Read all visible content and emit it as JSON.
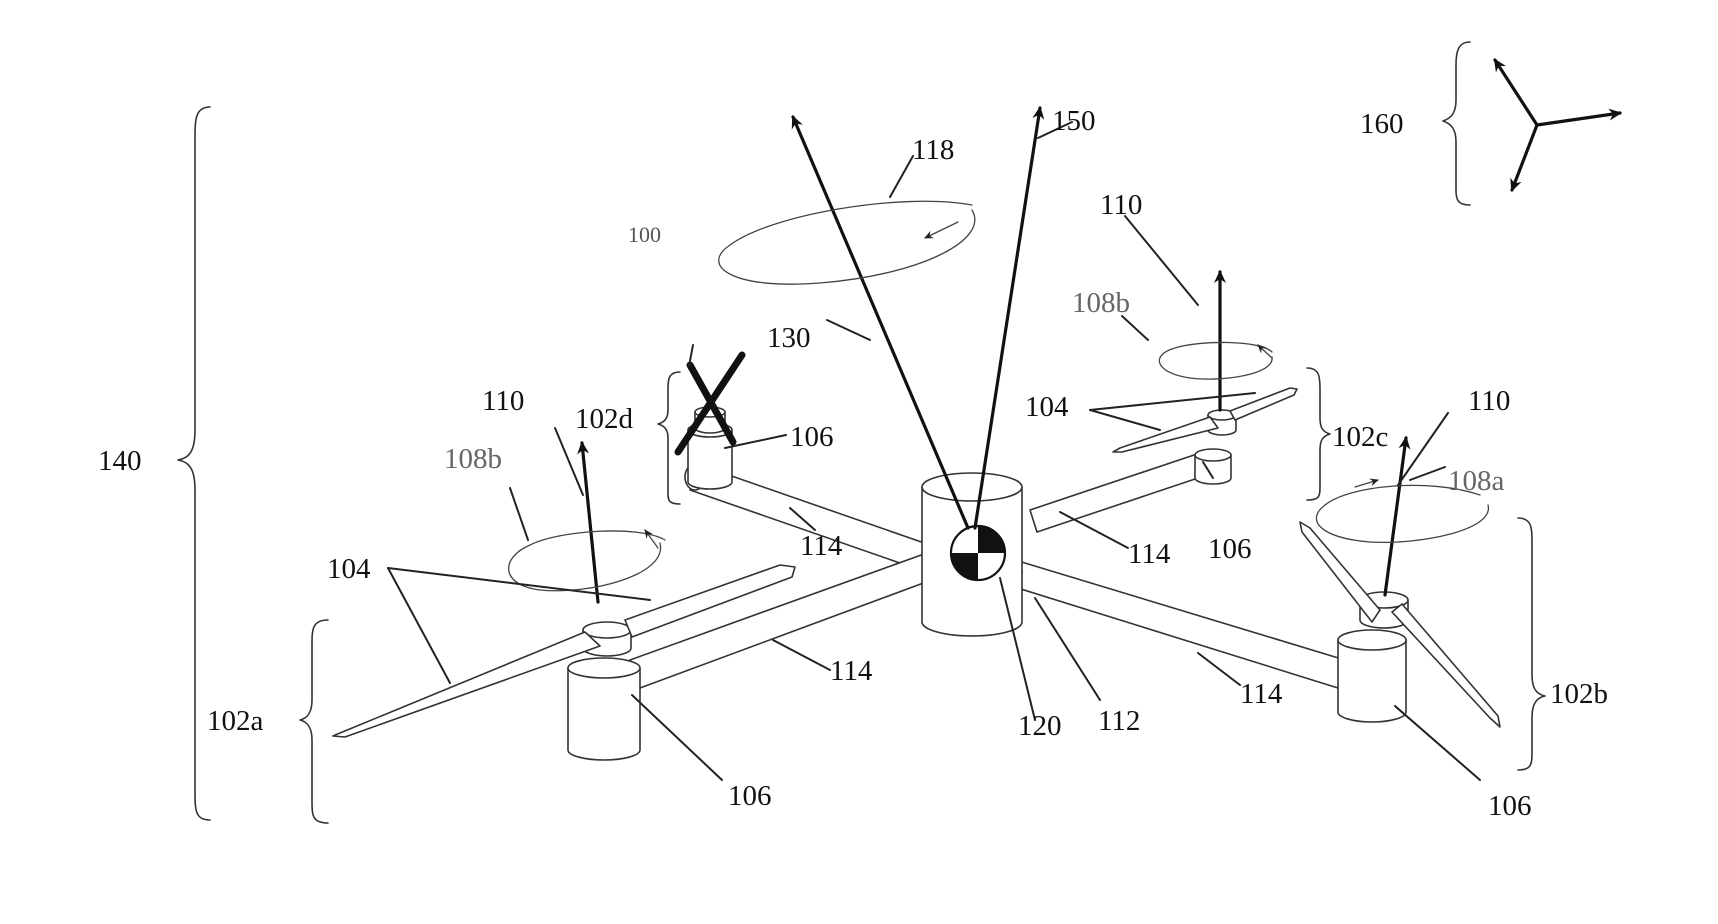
{
  "labels": {
    "l100": "100",
    "l102a": "102a",
    "l102b": "102b",
    "l102c": "102c",
    "l102d": "102d",
    "l104_left": "104",
    "l104_right": "104",
    "l106_d": "106",
    "l106_a": "106",
    "l106_c": "106",
    "l106_b": "106",
    "l108a": "108a",
    "l108b_left": "108b",
    "l108b_right": "108b",
    "l110_left": "110",
    "l110_mid": "110",
    "l110_right": "110",
    "l112": "112",
    "l114_ul": "114",
    "l114_ur": "114",
    "l114_ll": "114",
    "l114_lr": "114",
    "l118": "118",
    "l120": "120",
    "l130": "130",
    "l140": "140",
    "l150": "150",
    "l160": "160"
  },
  "colors": {
    "ink": "#111111",
    "fill": "#ffffff",
    "grey_label": "#555555"
  }
}
